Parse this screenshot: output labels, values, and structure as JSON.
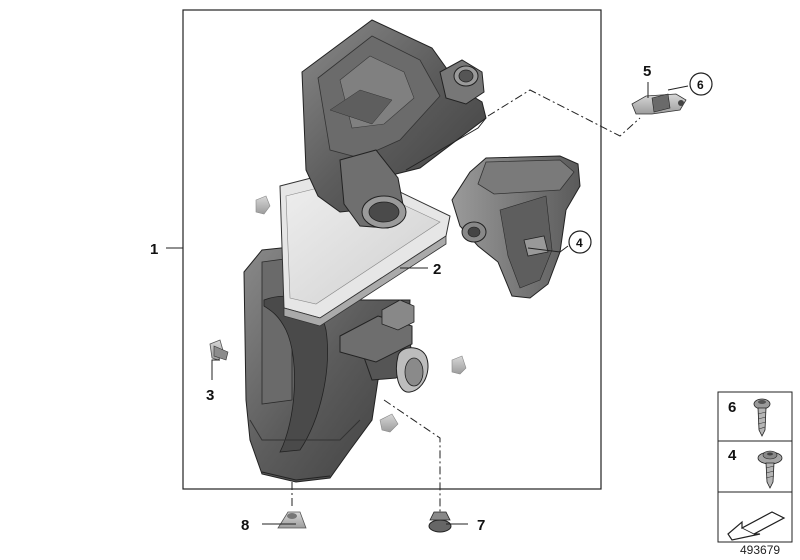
{
  "diagram": {
    "callouts": [
      "1",
      "2",
      "3",
      "4",
      "5",
      "6",
      "7",
      "8"
    ],
    "legend": {
      "items": [
        "6",
        "4"
      ]
    },
    "diagram_number": "493679"
  }
}
